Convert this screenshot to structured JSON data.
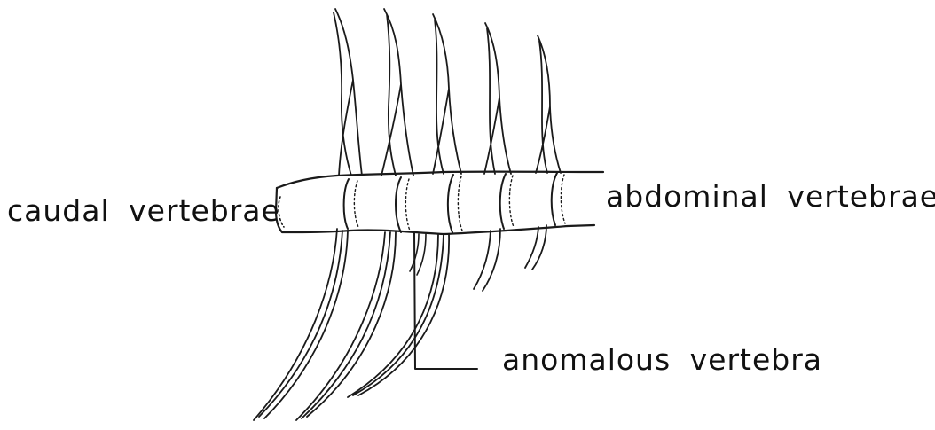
{
  "labels": {
    "caudal": "caudal vertebrae",
    "abdominal": "abdominal vertebrae",
    "anomalous": "anomalous vertebra"
  }
}
